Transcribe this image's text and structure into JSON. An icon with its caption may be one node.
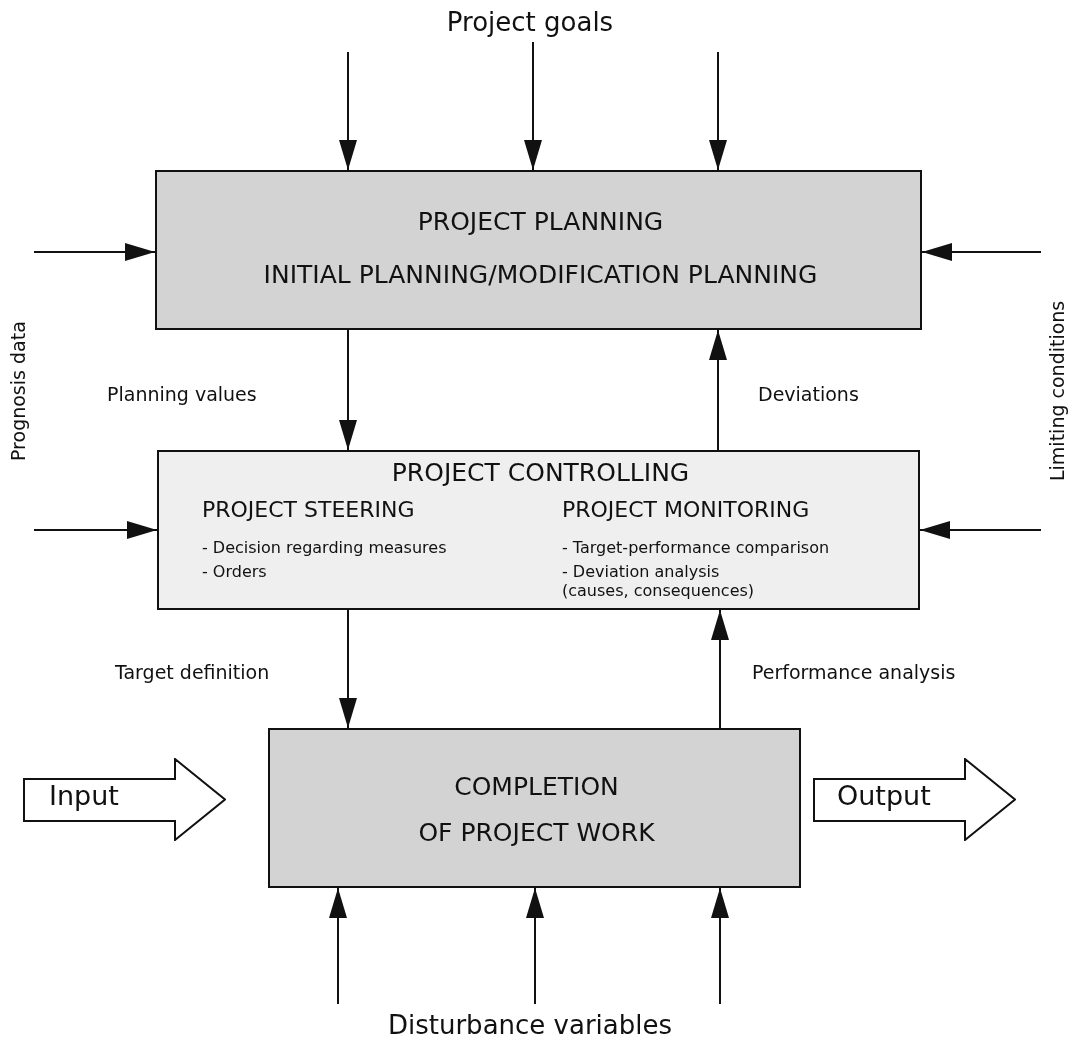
{
  "diagram": {
    "nodes": [
      {
        "text": [
          "PROJECT PLANNING",
          "INITIAL PLANNING/MODIFICATION PLANNING"
        ]
      },
      {
        "text": [
          "PROJECT CONTROLLING",
          "PROJECT STEERING",
          "- Decision regarding measures",
          "- Orders",
          "PROJECT MONITORING",
          "- Target-performance comparison",
          "- Deviation analysis (causes, consequences)"
        ]
      },
      {
        "text": [
          "COMPLETION",
          "OF PROJECT WORK"
        ]
      },
      {
        "text": [
          "Input"
        ]
      },
      {
        "text": [
          "Output"
        ]
      },
      {
        "text": [
          "Project goals"
        ]
      },
      {
        "text": [
          "Disturbance variables"
        ]
      },
      {
        "text": [
          "Prognosis data"
        ]
      },
      {
        "text": [
          "Limiting conditions"
        ]
      }
    ],
    "edges": [
      {
        "from": null,
        "to": 0,
        "arrow": "to"
      },
      {
        "from": 5,
        "to": 0,
        "arrow": "to"
      },
      {
        "from": null,
        "to": 0,
        "arrow": "to"
      },
      {
        "from": 7,
        "to": 0,
        "arrow": "to"
      },
      {
        "from": 8,
        "to": 0,
        "arrow": "to"
      },
      {
        "from": 0,
        "to": 1,
        "arrow": "to",
        "label": "Planning values"
      },
      {
        "from": 1,
        "to": 0,
        "arrow": "to",
        "label": "Deviations"
      },
      {
        "from": 7,
        "to": 1,
        "arrow": "to"
      },
      {
        "from": 8,
        "to": 1,
        "arrow": "to"
      },
      {
        "from": 1,
        "to": 2,
        "arrow": "to",
        "label": "Target definition"
      },
      {
        "from": 2,
        "to": 1,
        "arrow": "to",
        "label": "Performance analysis"
      },
      {
        "from": 6,
        "to": 2,
        "arrow": "to"
      },
      {
        "from": 6,
        "to": 2,
        "arrow": "to"
      },
      {
        "from": 6,
        "to": 2,
        "arrow": "to"
      }
    ]
  }
}
